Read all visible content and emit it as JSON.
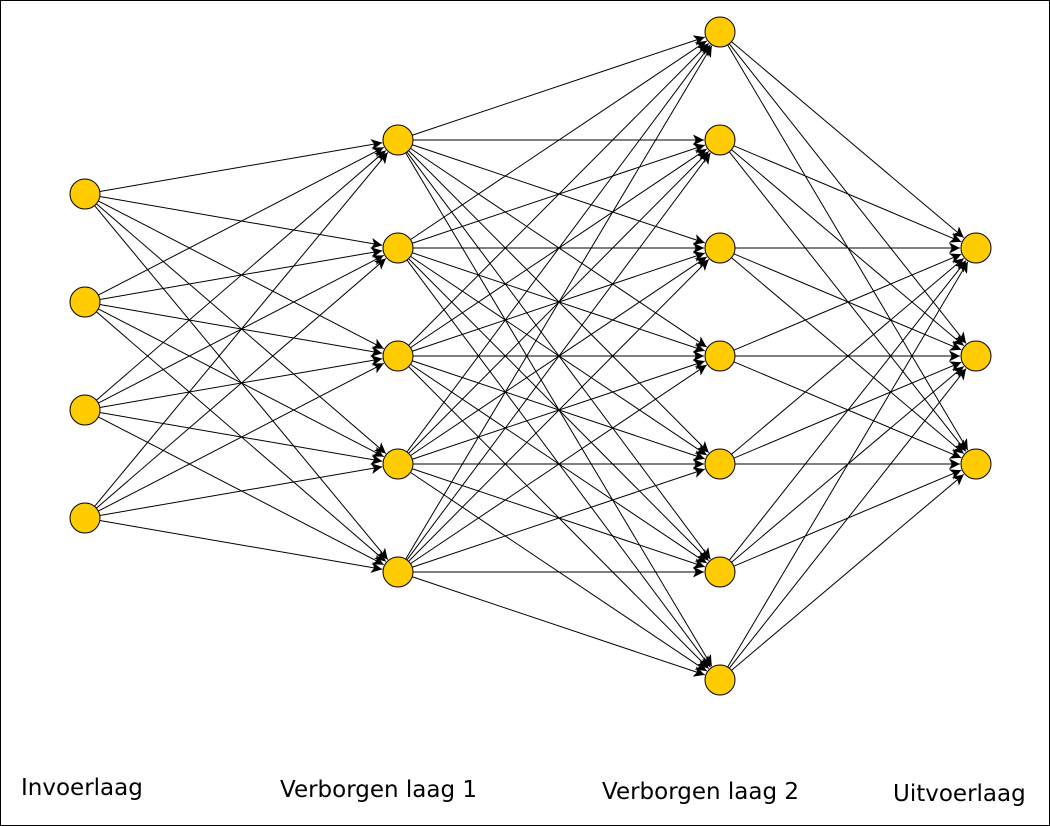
{
  "layers": [
    {
      "label": "Invoerlaag",
      "node_count": 4
    },
    {
      "label": "Verborgen laag 1",
      "node_count": 5
    },
    {
      "label": "Verborgen laag 2",
      "node_count": 7
    },
    {
      "label": "Uitvoerlaag",
      "node_count": 3
    }
  ],
  "connectivity": "fully-connected",
  "colors": {
    "node_fill": "#FFCC00",
    "node_stroke": "#000000",
    "edge": "#000000",
    "background": "#FFFFFF"
  }
}
